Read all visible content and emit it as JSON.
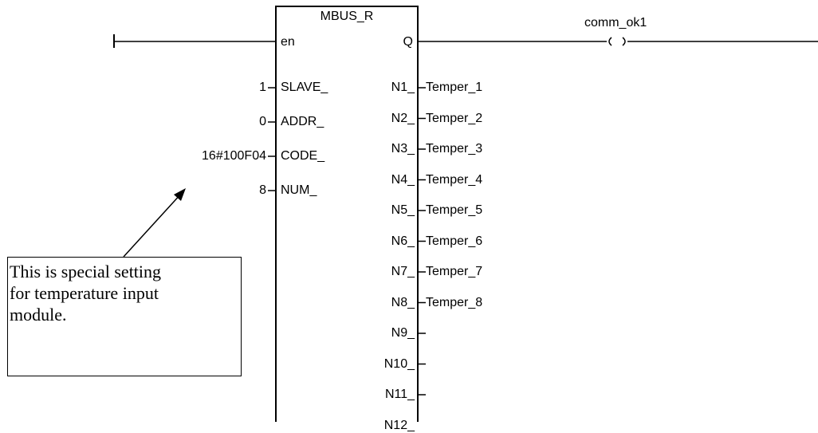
{
  "block": {
    "name": "MBUS_R",
    "en_label": "en",
    "q_label": "Q",
    "coil_label": "comm_ok1",
    "inputs": [
      {
        "pin": "SLAVE_",
        "value": "1"
      },
      {
        "pin": "ADDR_",
        "value": "0"
      },
      {
        "pin": "CODE_",
        "value": "16#100F04"
      },
      {
        "pin": "NUM_",
        "value": "8"
      }
    ],
    "outputs": [
      {
        "pin": "N1_",
        "var": "Temper_1"
      },
      {
        "pin": "N2_",
        "var": "Temper_2"
      },
      {
        "pin": "N3_",
        "var": "Temper_3"
      },
      {
        "pin": "N4_",
        "var": "Temper_4"
      },
      {
        "pin": "N5_",
        "var": "Temper_5"
      },
      {
        "pin": "N6_",
        "var": "Temper_6"
      },
      {
        "pin": "N7_",
        "var": "Temper_7"
      },
      {
        "pin": "N8_",
        "var": "Temper_8"
      },
      {
        "pin": "N9_",
        "var": ""
      },
      {
        "pin": "N10_",
        "var": ""
      },
      {
        "pin": "N11_",
        "var": ""
      },
      {
        "pin": "N12_",
        "var": ""
      }
    ]
  },
  "annotation": {
    "lines": [
      "This is special setting",
      "for temperature input",
      "module."
    ]
  }
}
